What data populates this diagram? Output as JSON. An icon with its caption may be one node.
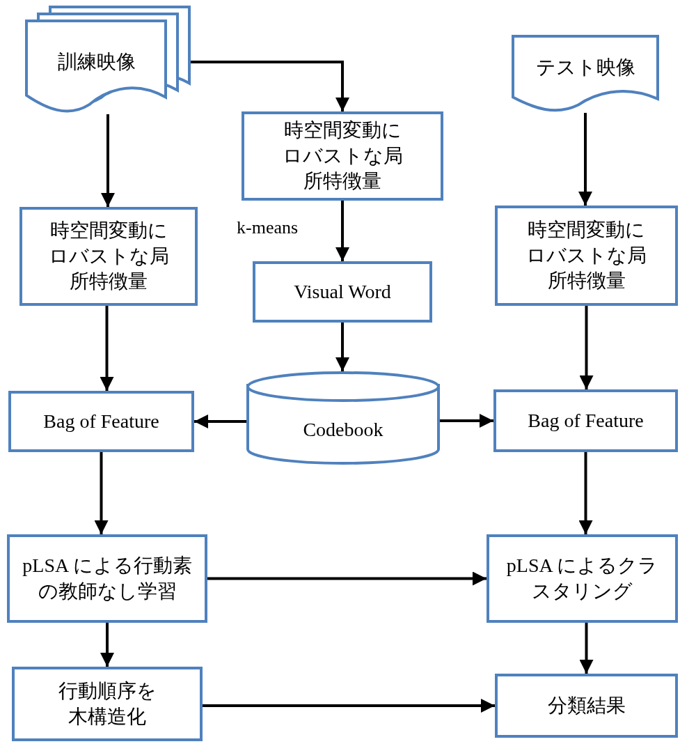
{
  "diagram": {
    "nodes": [
      {
        "text": [
          "訓練映像"
        ]
      },
      {
        "text": [
          "テスト映像"
        ]
      },
      {
        "text": [
          "時空間変動にロバストな局所特徴量"
        ]
      },
      {
        "text": [
          "時空間変動にロバストな局所特徴量"
        ]
      },
      {
        "text": [
          "時空間変動にロバストな局所特徴量"
        ]
      },
      {
        "text": [
          "Visual Word"
        ]
      },
      {
        "text": [
          "Codebook"
        ]
      },
      {
        "text": [
          "Bag of Feature"
        ]
      },
      {
        "text": [
          "Bag of Feature"
        ]
      },
      {
        "text": [
          "pLSA による行動素の教師なし学習"
        ]
      },
      {
        "text": [
          "pLSA によるクラスタリング"
        ]
      },
      {
        "text": [
          "行動順序を木構造化"
        ]
      },
      {
        "text": [
          "分類結果"
        ]
      }
    ],
    "edges": [
      {
        "from": 0,
        "to": 2,
        "arrow": "to"
      },
      {
        "from": 0,
        "to": 3,
        "arrow": "to"
      },
      {
        "from": 1,
        "to": 4,
        "arrow": "to"
      },
      {
        "from": 2,
        "to": 5,
        "arrow": "to"
      },
      {
        "from": 5,
        "to": 6,
        "arrow": "to"
      },
      {
        "from": 6,
        "to": 7,
        "arrow": "to"
      },
      {
        "from": 6,
        "to": 8,
        "arrow": "to"
      },
      {
        "from": 3,
        "to": 7,
        "arrow": "to"
      },
      {
        "from": 4,
        "to": 8,
        "arrow": "to"
      },
      {
        "from": 7,
        "to": 9,
        "arrow": "to"
      },
      {
        "from": 8,
        "to": 10,
        "arrow": "to"
      },
      {
        "from": 9,
        "to": 10,
        "arrow": "to"
      },
      {
        "from": 9,
        "to": 11,
        "arrow": "to"
      },
      {
        "from": 10,
        "to": 12,
        "arrow": "to"
      },
      {
        "from": 11,
        "to": 12,
        "arrow": "to"
      }
    ],
    "labels": [
      "k-means"
    ]
  }
}
